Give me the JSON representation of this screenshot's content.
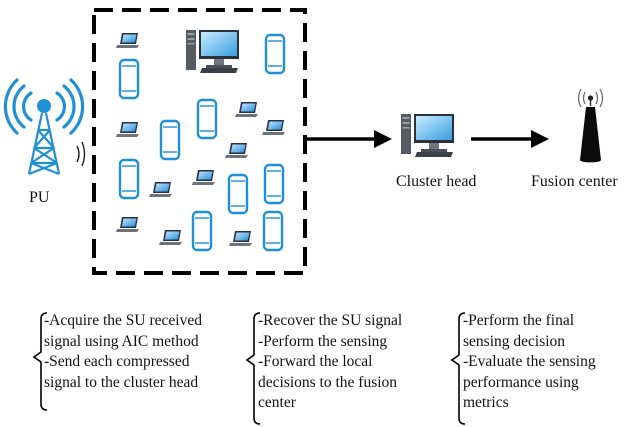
{
  "nodes": {
    "pu": {
      "label": "PU"
    },
    "cluster_head": {
      "label": "Cluster head"
    },
    "fusion_center": {
      "label": "Fusion center"
    }
  },
  "descriptions": [
    {
      "lines": [
        "-Acquire the SU received",
        "signal using AIC method",
        "-Send each compressed",
        "signal to the cluster head"
      ]
    },
    {
      "lines": [
        "-Recover the SU signal",
        "-Perform the sensing",
        "-Forward the local",
        "decisions to the fusion",
        "center"
      ]
    },
    {
      "lines": [
        "-Perform the final",
        "sensing decision",
        "-Evaluate the sensing",
        "performance using",
        "metrics"
      ]
    }
  ],
  "colors": {
    "device_blue": "#1f8fd6",
    "screen_blue": "#3aa6e6",
    "line": "#000000"
  },
  "icons": [
    "antenna-tower-icon",
    "signal-waves-icon",
    "smartphone-icon",
    "laptop-icon",
    "desktop-computer-icon",
    "arrow-icon",
    "cone-antenna-icon"
  ]
}
